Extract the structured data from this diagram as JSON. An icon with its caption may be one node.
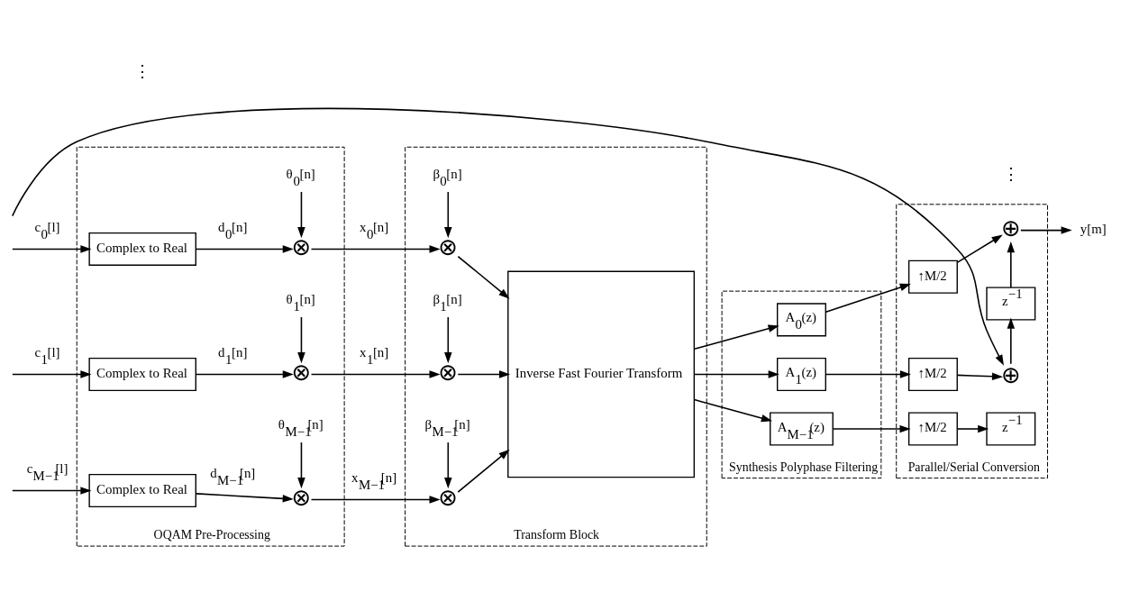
{
  "diagram": {
    "nodes": [
      {
        "text": [
          "OQAM Pre-Processing"
        ]
      },
      {
        "text": [
          "θ$_{0}$[n]"
        ],
        "in": 0
      },
      {
        "text": [
          "Complex to Real"
        ],
        "in": 0
      },
      {
        "text": [
          "⊗"
        ],
        "in": 0
      },
      {
        "text": [
          "θ$_{1}$[n]"
        ],
        "in": 0
      },
      {
        "text": [
          "Complex to Real"
        ],
        "in": 0
      },
      {
        "text": [
          "⊗"
        ],
        "in": 0
      },
      {
        "text": [
          "θ$_{M−1}$[n]"
        ],
        "in": 0
      },
      {
        "text": [
          "Complex to Real"
        ],
        "in": 0
      },
      {
        "text": [
          "⊗"
        ],
        "in": 0
      },
      {
        "text": [
          "Transform Block"
        ]
      },
      {
        "text": [
          "β$_{0}$[n]"
        ],
        "in": 10
      },
      {
        "text": [
          "⊗"
        ],
        "in": 10
      },
      {
        "text": [
          "β$_{1}$[n]"
        ],
        "in": 10
      },
      {
        "text": [
          "⊗"
        ],
        "in": 10
      },
      {
        "text": [
          "β$_{M−1}$[n]"
        ],
        "in": 10
      },
      {
        "text": [
          "⊗"
        ],
        "in": 10
      },
      {
        "text": [
          "Inverse Fast Fourier Transform"
        ],
        "in": 10
      },
      {
        "text": [
          "Synthesis Polyphase Filtering"
        ]
      },
      {
        "text": [
          "A$_{0}$(z)"
        ],
        "in": 18
      },
      {
        "text": [
          "A$_{1}$(z)"
        ],
        "in": 18
      },
      {
        "text": [
          "A$_{M−1}$(z)"
        ],
        "in": 18
      },
      {
        "text": [
          "Parallel/Serial Conversion"
        ]
      },
      {
        "text": [
          "↑M/2"
        ],
        "in": 22
      },
      {
        "text": [
          "⊕"
        ],
        "in": 22
      },
      {
        "text": [
          "z$^{−1}$"
        ],
        "in": 22
      },
      {
        "text": [
          "↑M/2"
        ],
        "in": 22
      },
      {
        "text": [
          "⊕"
        ],
        "in": 22
      },
      {
        "text": [
          "z$^{−1}$"
        ],
        "in": 22
      },
      {
        "text": [
          "↑M/2"
        ],
        "in": 22
      },
      {
        "text": [
          "y[m]"
        ]
      }
    ],
    "edges": [
      {
        "from": null,
        "to": 2,
        "arrow": "to",
        "label": "c$_{0}$[l]"
      },
      {
        "from": 2,
        "to": 3,
        "arrow": "to",
        "label": "d$_{0}$[n]"
      },
      {
        "from": 1,
        "to": 3,
        "arrow": "to"
      },
      {
        "from": 3,
        "to": 12,
        "arrow": "to",
        "label": "x$_{0}$[n]"
      },
      {
        "from": 11,
        "to": 12,
        "arrow": "to"
      },
      {
        "from": 12,
        "to": 17,
        "arrow": "to"
      },
      {
        "from": null,
        "to": 5,
        "arrow": "to",
        "label": "c$_{1}$[l]"
      },
      {
        "from": 5,
        "to": 6,
        "arrow": "to",
        "label": "d$_{1}$[n]"
      },
      {
        "from": 4,
        "to": 6,
        "arrow": "to"
      },
      {
        "from": 6,
        "to": 14,
        "arrow": "to",
        "label": "x$_{1}$[n]"
      },
      {
        "from": 13,
        "to": 14,
        "arrow": "to"
      },
      {
        "from": 14,
        "to": 17,
        "arrow": "to"
      },
      {
        "from": null,
        "to": 8,
        "arrow": "to",
        "label": "c$_{M−1}$[l]"
      },
      {
        "from": 8,
        "to": 9,
        "arrow": "to",
        "label": "d$_{M−1}$[n]"
      },
      {
        "from": 7,
        "to": 9,
        "arrow": "to"
      },
      {
        "from": 9,
        "to": 16,
        "arrow": "to",
        "label": "x$_{M−1}$[n]"
      },
      {
        "from": 15,
        "to": 16,
        "arrow": "to"
      },
      {
        "from": 16,
        "to": 17,
        "arrow": "to"
      },
      {
        "from": 17,
        "to": 19,
        "arrow": "to"
      },
      {
        "from": 17,
        "to": 20,
        "arrow": "to"
      },
      {
        "from": 17,
        "to": 21,
        "arrow": "to"
      },
      {
        "from": 19,
        "to": 23,
        "arrow": "to"
      },
      {
        "from": 20,
        "to": 26,
        "arrow": "to"
      },
      {
        "from": 21,
        "to": 29,
        "arrow": "to"
      },
      {
        "from": 23,
        "to": 24,
        "arrow": "to"
      },
      {
        "from": 24,
        "to": 30,
        "arrow": "to"
      },
      {
        "from": 25,
        "to": 24,
        "arrow": "to"
      },
      {
        "from": 26,
        "to": 27,
        "arrow": "to"
      },
      {
        "from": 27,
        "to": 25,
        "arrow": "to"
      },
      {
        "from": null,
        "to": 27,
        "arrow": "to"
      },
      {
        "from": 29,
        "to": 28,
        "arrow": "to"
      }
    ],
    "labels": [
      "⋮",
      "⋮"
    ]
  }
}
